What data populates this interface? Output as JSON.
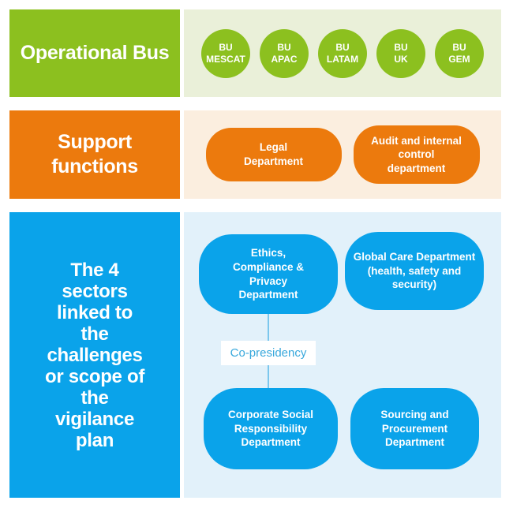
{
  "colors": {
    "green": "#8CC01F",
    "green_light": "#EAF0D9",
    "orange": "#EC7A0D",
    "orange_light": "#FBEEDF",
    "blue": "#0AA3EA",
    "blue_light": "#E2F1FA",
    "copresidency_text": "#38A8DC",
    "connector_line": "#7CC7ED"
  },
  "operational": {
    "label": "Operational Bus",
    "business_units": [
      {
        "label": "BU\nMESCAT"
      },
      {
        "label": "BU\nAPAC"
      },
      {
        "label": "BU\nLATAM"
      },
      {
        "label": "BU\nUK"
      },
      {
        "label": "BU\nGEM"
      }
    ]
  },
  "support": {
    "label": "Support\nfunctions",
    "departments": [
      {
        "label": "Legal\nDepartment"
      },
      {
        "label": "Audit and internal\ncontrol\ndepartment"
      }
    ]
  },
  "vigilance": {
    "label": "The 4\nsectors\nlinked to\nthe\nchallenges\nor scope of\nthe\nvigilance\nplan",
    "connector_label": "Co-presidency",
    "departments": [
      {
        "label": "Ethics,\nCompliance &\nPrivacy\nDepartment"
      },
      {
        "label": "Global Care Department\n(health, safety and\nsecurity)"
      },
      {
        "label": "Corporate Social\nResponsibility\nDepartment"
      },
      {
        "label": "Sourcing and\nProcurement\nDepartment"
      }
    ]
  }
}
